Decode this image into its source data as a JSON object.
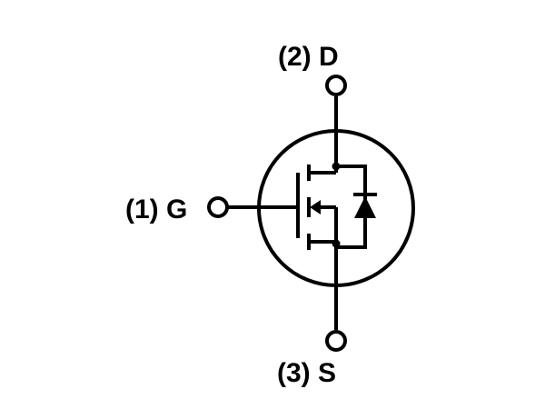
{
  "diagram": {
    "pins": {
      "drain": {
        "label": "(2) D"
      },
      "gate": {
        "label": "(1) G"
      },
      "source": {
        "label": "(3) S"
      }
    },
    "colors": {
      "stroke": "#000000",
      "background": "#ffffff"
    }
  }
}
